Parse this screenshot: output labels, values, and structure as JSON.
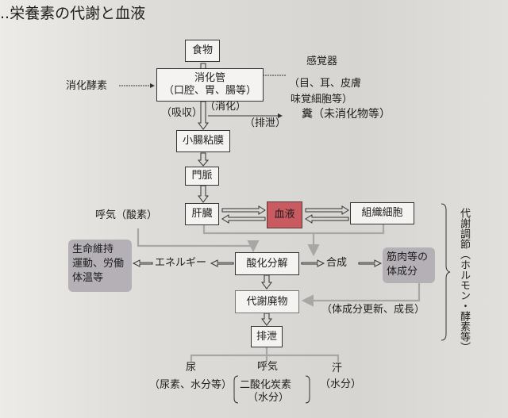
{
  "title": "..栄養素の代謝と血液",
  "nodes": {
    "food": "食物",
    "sense_organ": "感覚器",
    "sense_detail_1": "（目、耳、皮膚",
    "sense_detail_2": "味覚細胞等）",
    "digestive_enzyme": "消化酵素",
    "digestive_tract": "消化管",
    "digestive_tract_detail": "（口腔、胃、腸等）",
    "absorption": "（吸収）",
    "digestion": "（消化）",
    "excretion_label": "（排泄）",
    "feces": "糞（未消化物等）",
    "intestinal_mucosa": "小腸粘膜",
    "portal_vein": "門脈",
    "liver": "肝臓",
    "blood": "血液",
    "tissue_cells": "組織細胞",
    "exhale_oxygen": "呼気（酸素）",
    "life_support_1": "生命維持",
    "life_support_2": "運動、労働",
    "life_support_3": "体温等",
    "energy": "エネルギー",
    "oxidative_decomposition": "酸化分解",
    "synthesis": "合成",
    "body_component_1": "筋肉等の",
    "body_component_2": "体成分",
    "metabolic_waste": "代謝廃物",
    "renewal_growth": "（体成分更新、成長）",
    "excretion": "排泄",
    "urine": "尿",
    "urine_detail": "（尿素、水分等）",
    "exhale": "呼気",
    "co2": "二酸化炭素",
    "exhale_water": "（水分）",
    "sweat": "汗",
    "sweat_water": "（水分）",
    "metabolic_regulation": "代謝調節（ホルモン・酵素等）"
  },
  "colors": {
    "blood": "#c95b60",
    "gray_box": "#b4b0b6",
    "gray_line": "#a9a7a6"
  }
}
